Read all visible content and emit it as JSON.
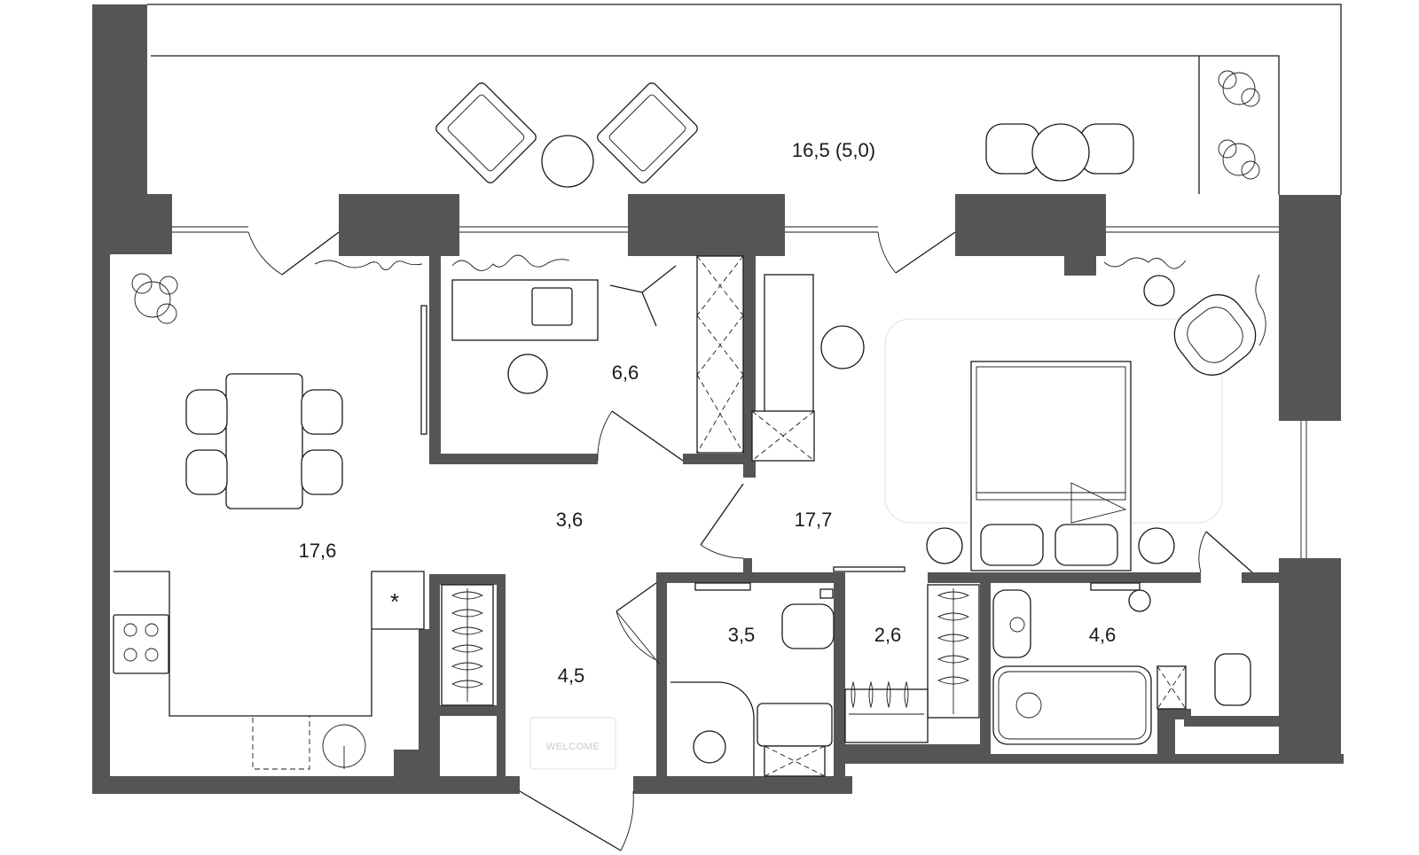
{
  "rooms": [
    {
      "id": "terrace",
      "area": "16,5 (5,0)"
    },
    {
      "id": "kitchen-living",
      "area": "17,6"
    },
    {
      "id": "study",
      "area": "6,6"
    },
    {
      "id": "corridor",
      "area": "3,6"
    },
    {
      "id": "hallway",
      "area": "4,5"
    },
    {
      "id": "bedroom",
      "area": "17,7"
    },
    {
      "id": "bathroom-small",
      "area": "3,5"
    },
    {
      "id": "wardrobe",
      "area": "2,6"
    },
    {
      "id": "bathroom-large",
      "area": "4,6"
    }
  ],
  "doormat_text": "WELCOME",
  "colors": {
    "wall": "#555557",
    "line": "#1a1a1a",
    "background": "#ffffff"
  }
}
